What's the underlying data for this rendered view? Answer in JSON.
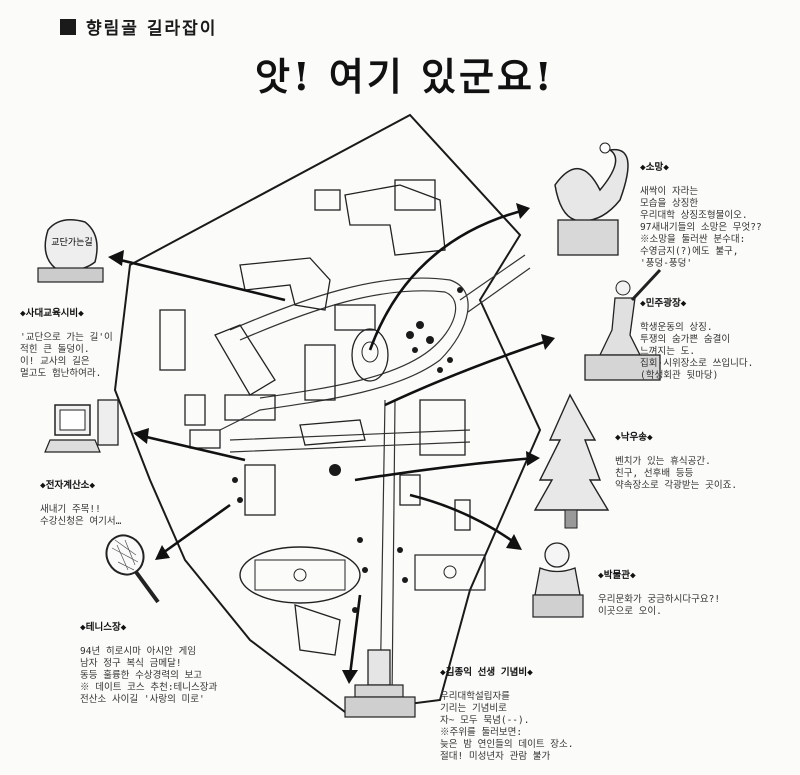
{
  "header": {
    "title": "향림골 길라잡이"
  },
  "headline": "앗! 여기 있군요!",
  "labels": {
    "sadae": {
      "title": "◆사대교육시비◆",
      "body": "'교단으로 가는 길'이\n적힌 큰 돌덩이.\n이! 교사의 길은\n멀고도 험난하여라."
    },
    "monument_text": "교단가는길",
    "jeonja": {
      "title": "◆전자계산소◆",
      "body": "새내기 주목!!\n수강신청은 여기서…"
    },
    "tennis": {
      "title": "◆테니스장◆",
      "body": "94년 히로시마 아시안 게임\n남자 정구 복식 금메달!\n동등 훌륭한 수상경력의 보고\n※ 데이트 코스 추천:테니스장과\n전산소 사이길 '사랑의 미로'"
    },
    "somang": {
      "title": "◆소망◆",
      "body": "새싹이 자라는\n모습을 상징한\n우리대학 상징조형물이오.\n97새내기들의 소망은 무엇??\n※소망을 둘러싼 분수대:\n수영금지(?)에도 불구,\n'풍덩-풍덩'"
    },
    "minju": {
      "title": "◆민주광장◆",
      "body": "학생운동의 상징.\n투쟁의 숨가쁜 숨결이\n느껴지는 도.\n집회·시위장소로 쓰입니다.\n(학생회관 뒷마당)"
    },
    "nakwoo": {
      "title": "◆낙우송◆",
      "body": "벤치가 있는 휴식공간.\n친구, 선후배 등등\n약속장소로 각광받는 곳이죠."
    },
    "museum": {
      "title": "◆박물관◆",
      "body": "우리문화가 궁금하시다구요?!\n이곳으로 오이."
    },
    "kimjong": {
      "title": "◆김종익 선생 기념비◆",
      "body": "우리대학설립자를\n기리는 기념비로\n자~ 모두 묵념(--).\n※주위를 둘러보면:\n늦은 밤 연인들의 데이트 장소.\n절대! 미성년자 관람 불가"
    }
  },
  "colors": {
    "ink": "#1a1a1a",
    "paper": "#fbfbf9"
  }
}
